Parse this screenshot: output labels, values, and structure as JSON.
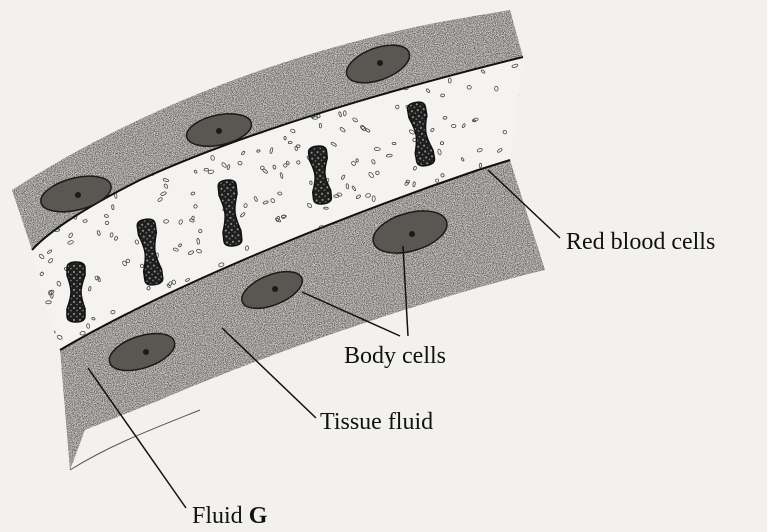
{
  "labels": {
    "red_blood_cells": "Red blood cells",
    "body_cells": "Body cells",
    "tissue_fluid": "Tissue fluid",
    "fluid_g_prefix": "Fluid ",
    "fluid_g_letter": "G"
  },
  "colors": {
    "background": "#f2f1ee",
    "tissue_stipple": "#2a2a2a",
    "cell_fill": "#5a5652",
    "nucleus": "#1a1a1a",
    "rbc": "#1e1e1e",
    "line": "#111111"
  }
}
